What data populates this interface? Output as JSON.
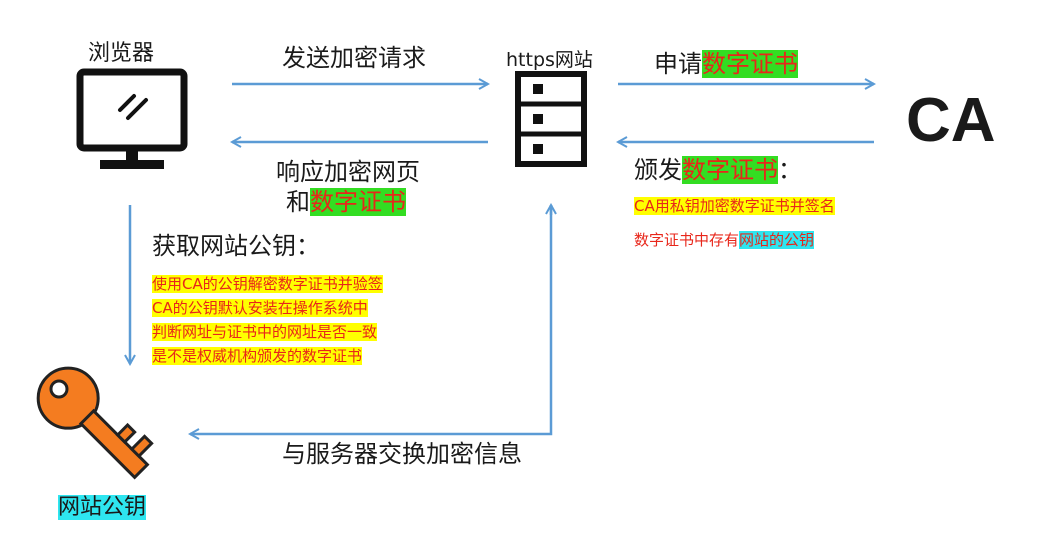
{
  "nodes": {
    "browser": "浏览器",
    "server": "https网站",
    "ca": "CA",
    "key_label": "网站公钥"
  },
  "arrows": {
    "send_request": "发送加密请求",
    "response_line1": "响应加密网页",
    "response_line2_prefix": "和",
    "response_line2_highlight": "数字证书",
    "apply_prefix": "申请",
    "apply_highlight": "数字证书",
    "issue_prefix": "颁发",
    "issue_highlight": "数字证书",
    "issue_suffix": "：",
    "exchange": "与服务器交换加密信息"
  },
  "ca_notes": {
    "line1": "CA用私钥加密数字证书并签名",
    "line2_prefix": "数字证书中存有",
    "line2_highlight": "网站的公钥"
  },
  "obtain_key": {
    "title": "获取网站公钥：",
    "steps": [
      "使用CA的公钥解密数字证书并验签",
      "CA的公钥默认安装在操作系统中",
      "判断网址与证书中的网址是否一致",
      "是不是权威机构颁发的数字证书"
    ]
  },
  "colors": {
    "arrow": "#5b9bd5",
    "highlight_green": "#33dd22",
    "highlight_yellow": "#ffff00",
    "highlight_cyan": "#2ee6f0",
    "text_red": "#e8261a",
    "key_orange": "#f47c20"
  }
}
